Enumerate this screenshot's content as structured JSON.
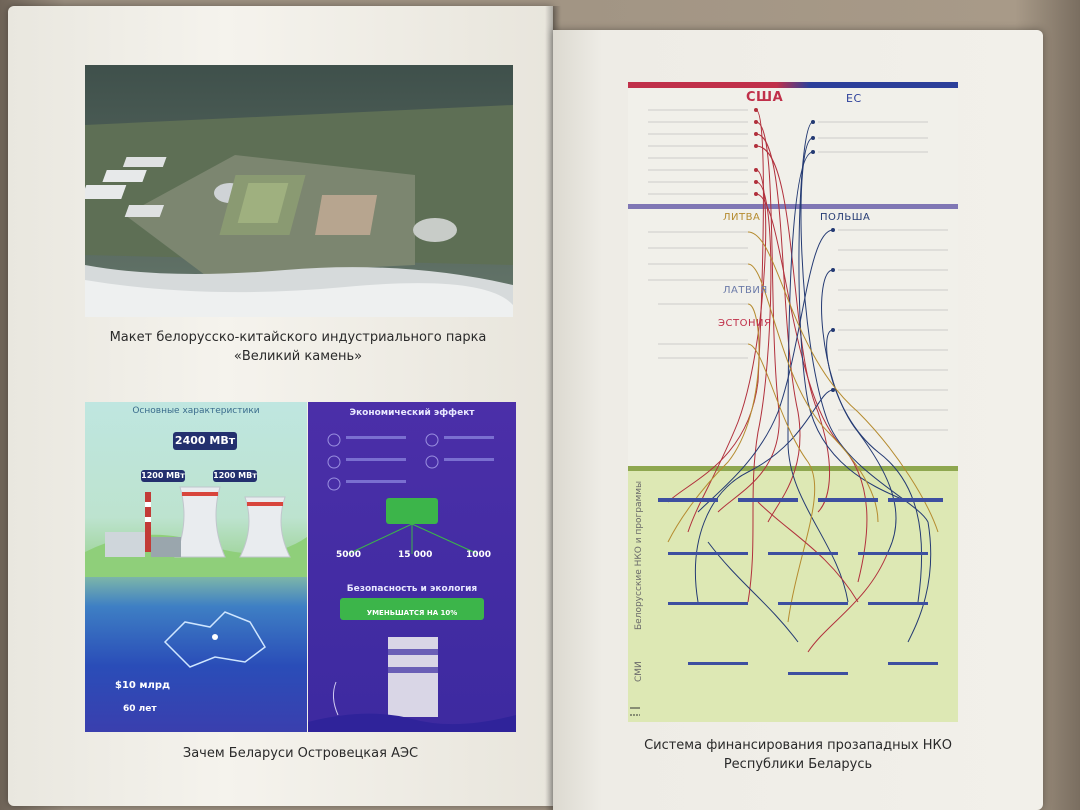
{
  "left_page": {
    "photo_caption_line1": "Макет белорусско-китайского индустриального парка",
    "photo_caption_line2": "«Великий камень»",
    "infographic": {
      "left_title": "Основные характеристики",
      "total_power": "2400 МВт",
      "unit1_power": "1200 МВт",
      "unit2_power": "1200 МВт",
      "cost_label": "$10 млрд",
      "years_label": "60 лет",
      "right_title": "Экономический эффект",
      "jobs_5000": "5000",
      "jobs_15000": "15 000",
      "jobs_1000": "1000",
      "safety_title": "Безопасность и экология",
      "emission_text": "УМЕНЬШАТСЯ НА 10%"
    },
    "infographic_caption": "Зачем Беларуси Островецкая АЭС"
  },
  "right_page": {
    "diagram": {
      "label_usa": "США",
      "label_eu": "ЕС",
      "label_lithuania": "ЛИТВА",
      "label_poland": "ПОЛЬША",
      "label_latvia": "ЛАТВИЯ",
      "label_estonia": "ЭСТОНИЯ",
      "side_label_ngo": "Белорусские НКО и программы",
      "side_label_media": "СМИ"
    },
    "caption_line1": "Система финансирования прозападных НКО",
    "caption_line2": "Республики Беларусь"
  },
  "colors": {
    "usa_red": "#c0304a",
    "eu_blue": "#2c3f9a",
    "region_purple": "#5a4fa3",
    "lower_band_green": "#dde8b4",
    "line_red": "#b1303c",
    "line_navy": "#243a73",
    "line_olive": "#b58b2f"
  }
}
